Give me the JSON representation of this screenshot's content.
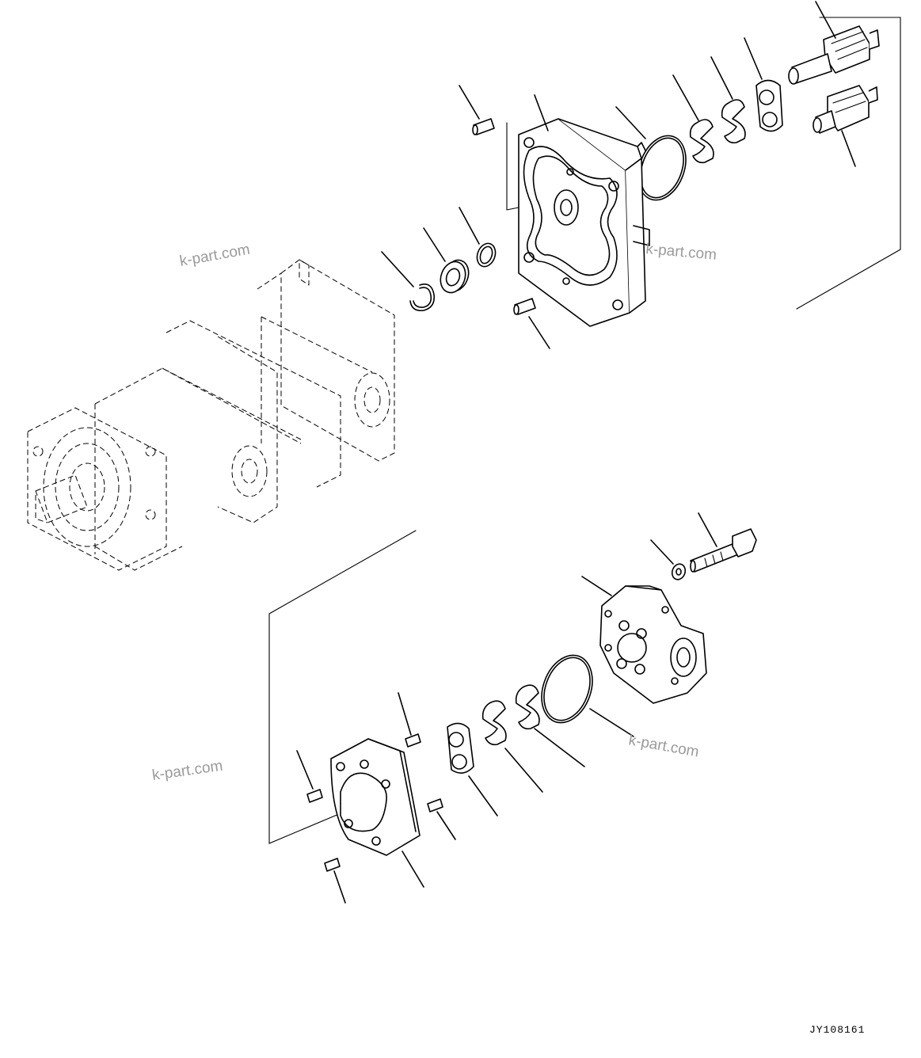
{
  "watermarks": [
    "k-part.com",
    "k-part.com",
    "k-part.com",
    "k-part.com"
  ],
  "drawing_code": "JY108161"
}
